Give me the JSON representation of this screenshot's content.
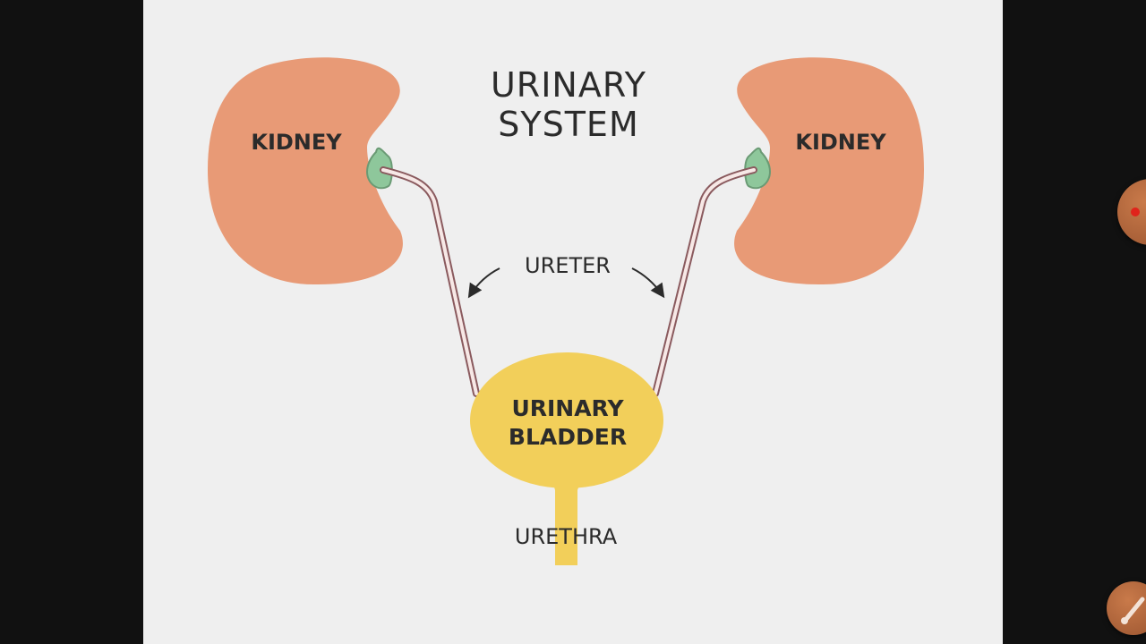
{
  "diagram": {
    "title_line1": "URINARY",
    "title_line2": "SYSTEM",
    "kidney_left": "KIDNEY",
    "kidney_right": "KIDNEY",
    "ureter": "URETER",
    "bladder_line1": "URINARY",
    "bladder_line2": "BLADDER",
    "urethra": "URETHRA"
  },
  "colors": {
    "kidney": "#e89a76",
    "hilum": "#8ec79b",
    "bladder": "#f2cf5a",
    "ureter_outline": "#8a5a5e",
    "background": "#efefef"
  },
  "overlay": {
    "record_button_icon": "record-icon",
    "draw_button_icon": "paintbrush-icon"
  }
}
